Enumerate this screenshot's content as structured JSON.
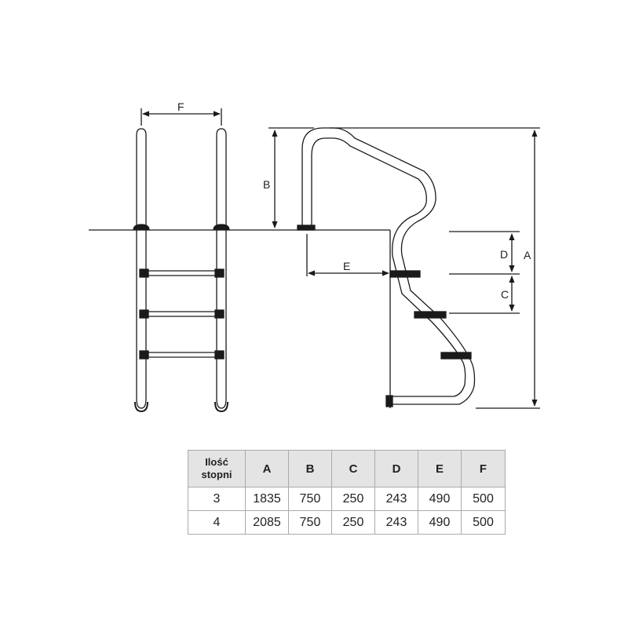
{
  "dimension_labels": {
    "A": "A",
    "B": "B",
    "C": "C",
    "D": "D",
    "E": "E",
    "F": "F"
  },
  "table": {
    "header_line1": "Ilość",
    "header_line2": "stopni",
    "columns": [
      "A",
      "B",
      "C",
      "D",
      "E",
      "F"
    ],
    "rows": [
      [
        "3",
        "1835",
        "750",
        "250",
        "243",
        "490",
        "500"
      ],
      [
        "4",
        "2085",
        "750",
        "250",
        "243",
        "490",
        "500"
      ]
    ]
  },
  "colors": {
    "line": "#1a1a1a",
    "header_bg": "#e4e4e4",
    "grid": "#aaaaaa"
  }
}
